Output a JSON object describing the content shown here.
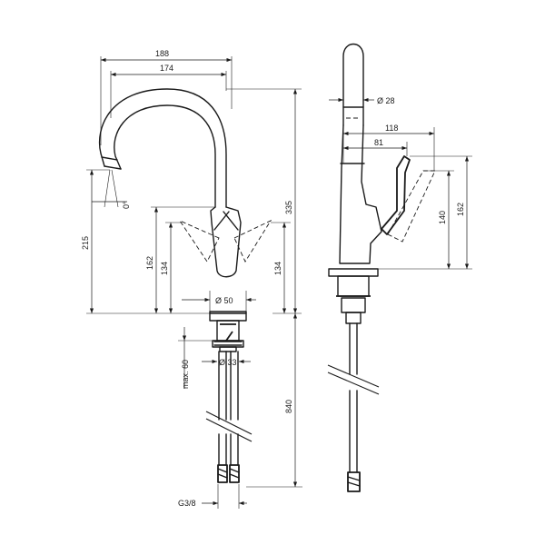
{
  "front_view": {
    "total_width_label": "188",
    "spout_reach_label": "174",
    "total_height_label": "335",
    "spout_height_label": "215",
    "lever_height_label": "162",
    "lever_base_left_label": "134",
    "lever_base_right_label": "134",
    "base_diameter_label": "Ø 50",
    "hole_diameter_label": "Ø 33",
    "max_deck_label": "max. 60",
    "hose_length_label": "840",
    "connection_label": "G3/8",
    "spray_angle_label": "0°"
  },
  "side_view": {
    "spout_diameter_label": "Ø 28",
    "lever_reach_label": "118",
    "lever_offset_label": "81",
    "lever_rise_label": "140",
    "lever_total_label": "162"
  }
}
